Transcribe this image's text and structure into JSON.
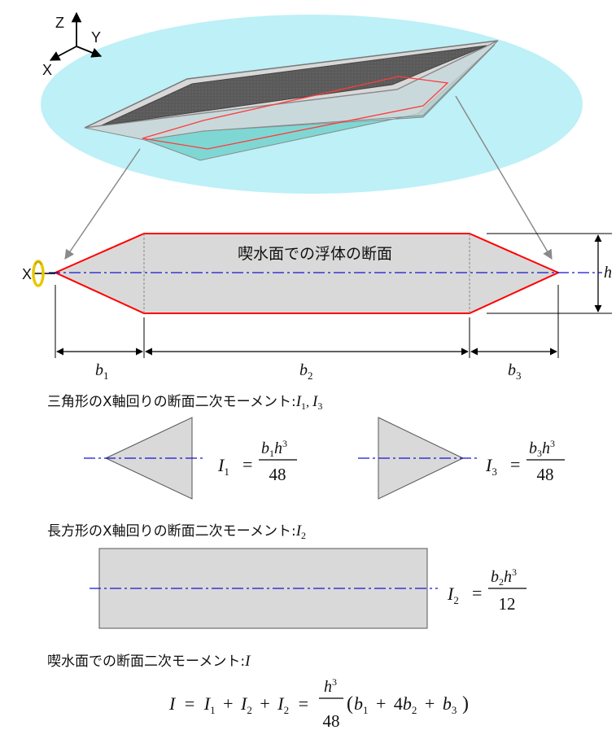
{
  "axes_labels": {
    "z": "Z",
    "y": "Y",
    "x": "X"
  },
  "section_label": "喫水面での浮体の断面",
  "rotation_axis": "X",
  "height_label": "h",
  "widths": {
    "b1": "b",
    "b2": "b",
    "b3": "b",
    "sub1": "1",
    "sub2": "2",
    "sub3": "3"
  },
  "headings": {
    "triangle_prefix": "三角形のX軸回りの断面二次モーメント:",
    "rectangle_prefix": "長方形のX軸回りの断面二次モーメント:",
    "total_prefix": "喫水面での断面二次モーメント:"
  },
  "symbols": {
    "I": "I",
    "sep": ", ",
    "eq": "=",
    "plus": "+",
    "h": "h",
    "b": "b",
    "cube": "3"
  },
  "formulas": {
    "I1_den": "48",
    "I3_den": "48",
    "I2_den": "12",
    "total_den": "48",
    "total_coef": "4"
  },
  "colors": {
    "water": "#bdf0f7",
    "hull_outer": "#d8d8d8",
    "deck": "#5a5a5a",
    "hull_side": "#7fd7d3",
    "section_fill": "#d9d9d9",
    "section_edge": "#ff0000",
    "axis_line": "#1414d2",
    "rotation_icon": "#e8c800"
  }
}
